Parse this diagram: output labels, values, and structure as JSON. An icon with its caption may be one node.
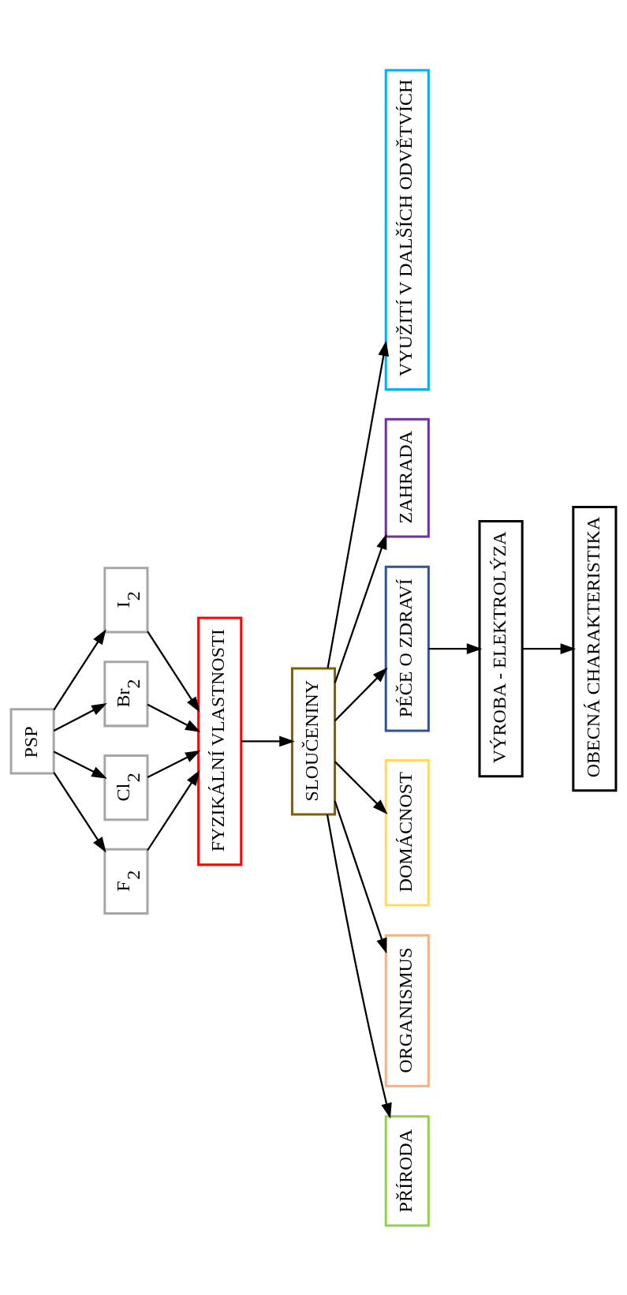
{
  "diagram": {
    "nodes": [
      {
        "text": [
          "PSP"
        ]
      },
      {
        "text": [
          "F$_{2}$"
        ]
      },
      {
        "text": [
          "Cl$_{2}$"
        ]
      },
      {
        "text": [
          "Br$_{2}$"
        ]
      },
      {
        "text": [
          "I$_{2}$"
        ]
      },
      {
        "text": [
          "FYZIKÁLNÍ VLASTNOSTI"
        ]
      },
      {
        "text": [
          "SLOUČENINY"
        ]
      },
      {
        "text": [
          "PŘÍRODA"
        ]
      },
      {
        "text": [
          "ORGANISMUS"
        ]
      },
      {
        "text": [
          "DOMÁCNOST"
        ]
      },
      {
        "text": [
          "PÉČE O ZDRAVÍ"
        ]
      },
      {
        "text": [
          "ZAHRADA"
        ]
      },
      {
        "text": [
          "VYUŽITÍ V DALŠÍCH ODVĚTVÍCH"
        ]
      },
      {
        "text": [
          "VÝROBA - ELEKTROLÝZA"
        ]
      },
      {
        "text": [
          "OBECNÁ CHARAKTERISTIKA"
        ]
      }
    ],
    "edges": [
      {
        "from": 0,
        "to": 1,
        "arrow": "to"
      },
      {
        "from": 0,
        "to": 2,
        "arrow": "to"
      },
      {
        "from": 0,
        "to": 3,
        "arrow": "to"
      },
      {
        "from": 0,
        "to": 4,
        "arrow": "to"
      },
      {
        "from": 1,
        "to": 5,
        "arrow": "to"
      },
      {
        "from": 2,
        "to": 5,
        "arrow": "to"
      },
      {
        "from": 3,
        "to": 5,
        "arrow": "to"
      },
      {
        "from": 4,
        "to": 5,
        "arrow": "to"
      },
      {
        "from": 5,
        "to": 6,
        "arrow": "to"
      },
      {
        "from": 6,
        "to": 7,
        "arrow": "to"
      },
      {
        "from": 6,
        "to": 8,
        "arrow": "to"
      },
      {
        "from": 6,
        "to": 9,
        "arrow": "to"
      },
      {
        "from": 6,
        "to": 10,
        "arrow": "to"
      },
      {
        "from": 6,
        "to": 11,
        "arrow": "to"
      },
      {
        "from": 6,
        "to": 12,
        "arrow": "to"
      },
      {
        "from": 10,
        "to": 13,
        "arrow": "to"
      },
      {
        "from": 13,
        "to": 14,
        "arrow": "to"
      }
    ]
  }
}
